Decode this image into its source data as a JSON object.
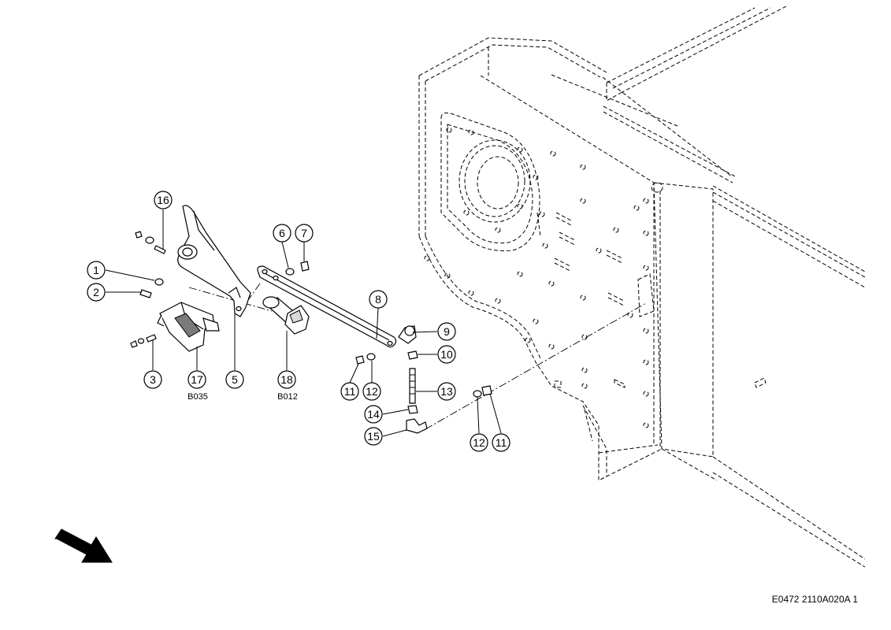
{
  "callouts": [
    {
      "id": "c16",
      "number": "16"
    },
    {
      "id": "c1",
      "number": "1"
    },
    {
      "id": "c2",
      "number": "2"
    },
    {
      "id": "c3",
      "number": "3"
    },
    {
      "id": "c17",
      "number": "17",
      "sub": "B035"
    },
    {
      "id": "c5",
      "number": "5"
    },
    {
      "id": "c18",
      "number": "18",
      "sub": "B012"
    },
    {
      "id": "c6",
      "number": "6"
    },
    {
      "id": "c7",
      "number": "7"
    },
    {
      "id": "c8",
      "number": "8"
    },
    {
      "id": "c9",
      "number": "9"
    },
    {
      "id": "c10",
      "number": "10"
    },
    {
      "id": "c11a",
      "number": "11"
    },
    {
      "id": "c12a",
      "number": "12"
    },
    {
      "id": "c13",
      "number": "13"
    },
    {
      "id": "c14",
      "number": "14"
    },
    {
      "id": "c15",
      "number": "15"
    },
    {
      "id": "c12b",
      "number": "12"
    },
    {
      "id": "c11b",
      "number": "11"
    }
  ],
  "drawing_code": "E0472 2110A020A 1",
  "icons": {
    "direction_arrow": "direction-arrow-icon"
  }
}
